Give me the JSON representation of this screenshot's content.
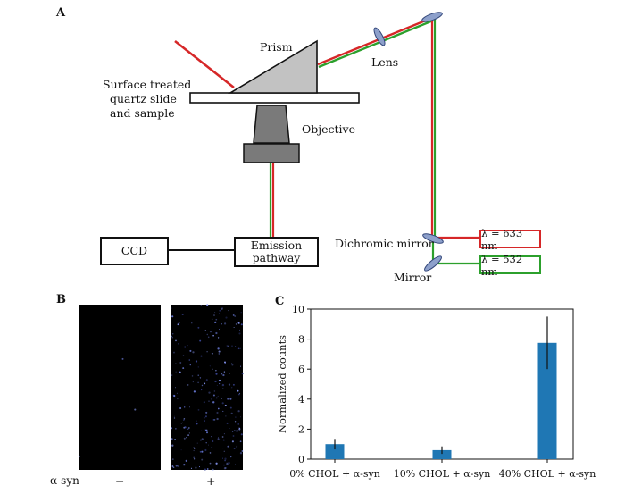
{
  "panel_a": {
    "letter": "A",
    "labels": {
      "prism": "Prism",
      "lens": "Lens",
      "sample_line1": "Surface treated",
      "sample_line2": "quartz slide",
      "sample_line3": "and sample",
      "objective": "Objective",
      "dichroic": "Dichromic mirror",
      "mirror": "Mirror"
    },
    "boxes": {
      "ccd": "CCD",
      "emission_line1": "Emission",
      "emission_line2": "pathway"
    },
    "lasers": [
      {
        "label": "λ = 633 nm",
        "color": "#d62728"
      },
      {
        "label": "λ = 532 nm",
        "color": "#2ca02c"
      }
    ],
    "colors": {
      "red_beam": "#d62728",
      "green_beam": "#2ca02c",
      "optic": "#7a8fc4"
    }
  },
  "panel_b": {
    "letter": "B",
    "row_label": "α-syn",
    "conditions": [
      "−",
      "+"
    ]
  },
  "panel_c": {
    "letter": "C"
  },
  "chart_data": {
    "type": "bar",
    "categories": [
      "0% CHOL + α-syn",
      "10% CHOL + α-syn",
      "40% CHOL + α-syn"
    ],
    "values": [
      1.0,
      0.6,
      7.75
    ],
    "errors": [
      0.35,
      0.25,
      1.75
    ],
    "ylabel": "Normalized counts",
    "xlabel": "",
    "ylim": [
      0,
      10
    ],
    "yticks": [
      0,
      2,
      4,
      6,
      8,
      10
    ],
    "bar_color": "#1f77b4",
    "grid": false
  }
}
